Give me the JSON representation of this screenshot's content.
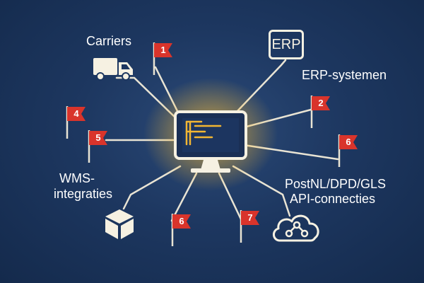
{
  "diagram": {
    "hub": {
      "icon": "monitor-icon",
      "accent": "#f2b632"
    },
    "nodes": {
      "carriers": {
        "label": "Carriers",
        "icon": "truck-icon"
      },
      "erp": {
        "label": "ERP-systemen",
        "icon_text": "ERP"
      },
      "wms": {
        "label_line1": "WMS-",
        "label_line2": "integraties",
        "icon": "box-icon"
      },
      "api": {
        "label_line1": "PostNL/DPD/GLS",
        "label_line2": "API-connecties",
        "icon": "cloud-network-icon"
      }
    },
    "flags": [
      {
        "num": "1"
      },
      {
        "num": "2"
      },
      {
        "num": "4"
      },
      {
        "num": "5"
      },
      {
        "num": "6"
      },
      {
        "num": "6"
      },
      {
        "num": "7"
      }
    ],
    "colors": {
      "background": "#1d3760",
      "line": "#e9e4d4",
      "flag": "#d9342b",
      "glow": "#f2b632"
    }
  }
}
